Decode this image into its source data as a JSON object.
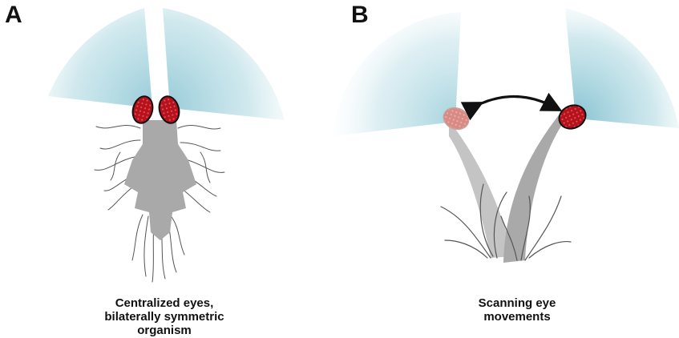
{
  "panels": [
    {
      "letter": "A",
      "caption_lines": [
        "Centralized eyes,",
        "bilaterally symmetric",
        "organism"
      ]
    },
    {
      "letter": "B",
      "caption_lines": [
        "Scanning eye",
        "movements"
      ]
    }
  ],
  "colors": {
    "body_gray": "#a9a9a9",
    "body_gray_light": "#c4c4c4",
    "eye_red": "#b5121b",
    "eye_red_faded": "#d98a85",
    "field_of_view": "#a9d6e0",
    "outline": "#111111",
    "hair": "#555555"
  },
  "icons": [
    "organism-silhouette",
    "eye",
    "plant-stalk",
    "double-arrow",
    "field-of-view-cone"
  ]
}
